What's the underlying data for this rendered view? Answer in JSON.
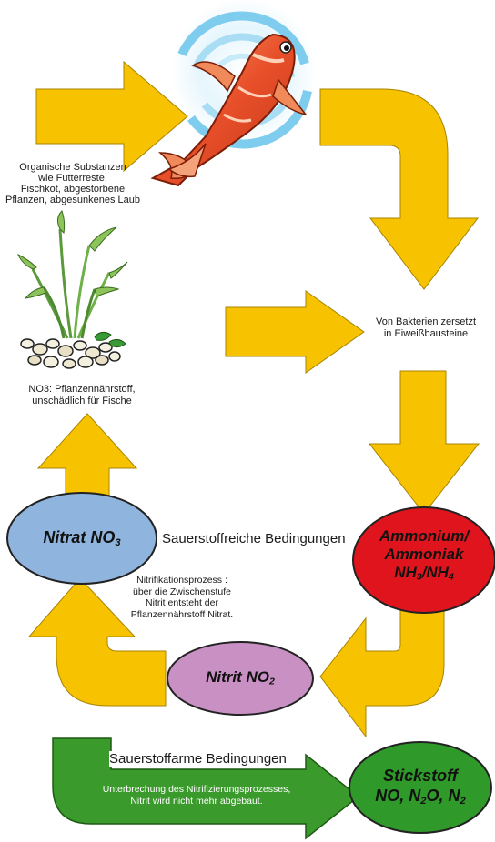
{
  "colors": {
    "arrow_yellow": "#f7c200",
    "arrow_stroke": "#a88400",
    "arrow_green": "#3b9a2c",
    "green_stroke": "#1e5a14",
    "nitrat_fill": "#8fb4dd",
    "ammonium_fill": "#e0141c",
    "nitrit_fill": "#c990c4",
    "stickstoff_fill": "#2f9a2a",
    "swirl_blue": "#6ec6ea",
    "fish_orange": "#e8502a"
  },
  "labels": {
    "organic": [
      "Organische Substanzen",
      "wie Futterreste,",
      "Fischkot, abgestorbene",
      "Pflanzen, abgesunkenes Laub"
    ],
    "bacteria": [
      "Von Bakterien zersetzt",
      "in Eiweißbausteine"
    ],
    "no3_note": [
      "NO3: Pflanzennährstoff,",
      "unschädlich für Fische"
    ],
    "oxygen_rich": "Sauerstoffreiche Bedingungen",
    "nitrification": [
      "Nitrifikationsprozess :",
      "über die Zwischenstufe",
      "Nitrit entsteht der",
      "Pflanzennährstoff Nitrat."
    ],
    "oxygen_poor": "Sauerstoffarme Bedingungen",
    "interruption": [
      "Unterbrechung des Nitrifizierungsprozesses,",
      "Nitrit wird nicht mehr abgebaut."
    ]
  },
  "nodes": {
    "nitrat": {
      "text": "Nitrat NO",
      "sub": "3"
    },
    "ammonium": {
      "line1": "Ammonium/",
      "line2": "Ammoniak",
      "line3_a": "NH",
      "line3_sub1": "3",
      "line3_b": "/NH",
      "line3_sub2": "4"
    },
    "nitrit": {
      "text": "Nitrit NO",
      "sub": "2"
    },
    "stickstoff": {
      "line1": "Stickstoff",
      "line2_a": "NO, N",
      "line2_sub1": "2",
      "line2_b": "O, N",
      "line2_sub2": "2"
    }
  },
  "icons": {
    "fish": "goldfish-icon",
    "plant": "aquarium-plant-icon"
  }
}
